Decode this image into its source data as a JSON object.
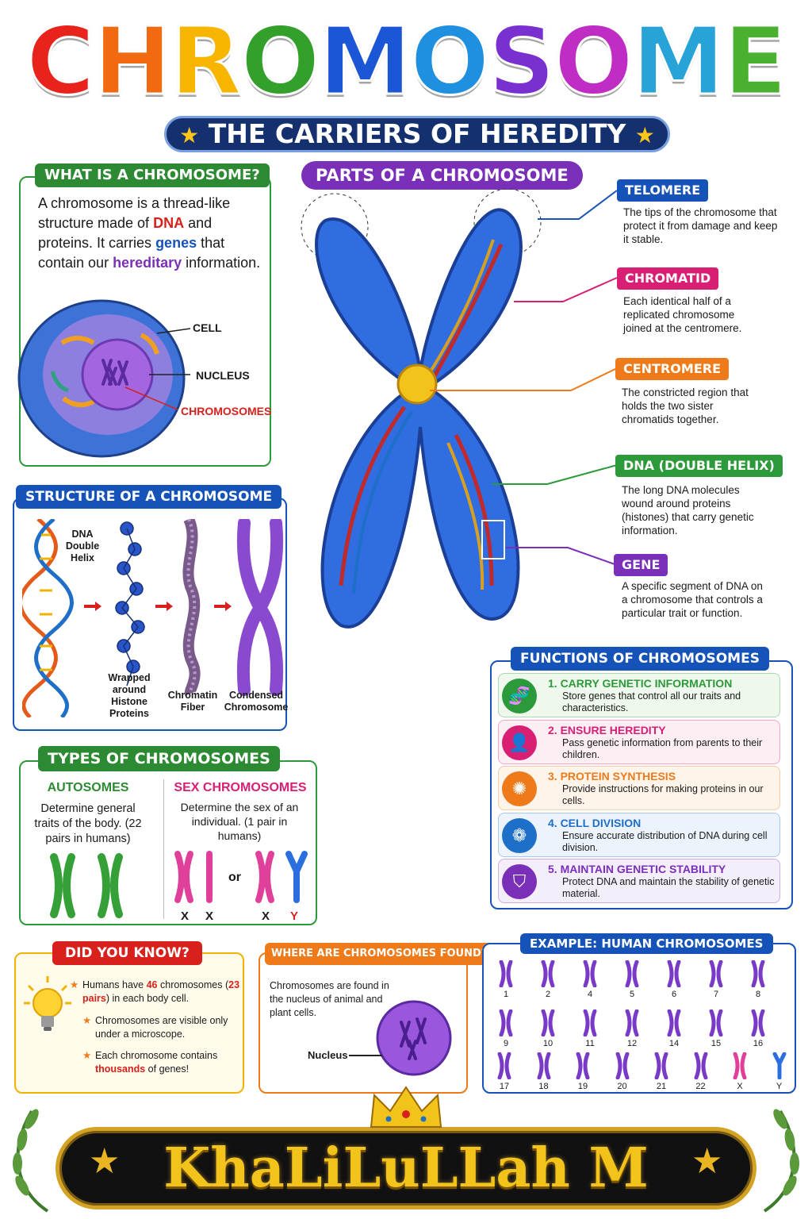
{
  "title": {
    "letters": [
      "C",
      "H",
      "R",
      "O",
      "M",
      "O",
      "S",
      "O",
      "M",
      "E"
    ],
    "colors": [
      "#e8231c",
      "#f26a10",
      "#f7b500",
      "#33a02c",
      "#1a56d6",
      "#1f8fe0",
      "#7a2fd0",
      "#c02dc4",
      "#27a3d8",
      "#49b030"
    ]
  },
  "subtitle": "THE CARRIERS OF HEREDITY",
  "what_is": {
    "header": "WHAT IS A CHROMOSOME?",
    "p1": "A chromosome is a thread-like structure made of ",
    "dna": "DNA",
    "p2": " and proteins. It carries ",
    "genes": "genes",
    "p3": " that contain our ",
    "hereditary": "hereditary",
    "p4": " information.",
    "labels": {
      "cell": "CELL",
      "nucleus": "NUCLEUS",
      "chromosomes": "CHROMOSOMES"
    }
  },
  "structure": {
    "header": "STRUCTURE OF A CHROMOSOME",
    "dna_label": "DNA Double Helix",
    "steps": [
      "Wrapped around Histone Proteins",
      "Chromatin Fiber",
      "Condensed Chromosome"
    ]
  },
  "parts": {
    "header": "PARTS OF A CHROMOSOME",
    "items": [
      {
        "name": "TELOMERE",
        "color": "#1553b8",
        "desc": "The tips of the chromosome that protect it from damage and keep it stable."
      },
      {
        "name": "CHROMATID",
        "color": "#d81f74",
        "desc": "Each identical half of a replicated chromosome joined at the centromere."
      },
      {
        "name": "CENTROMERE",
        "color": "#ef7a1a",
        "desc": "The constricted region that holds the two sister chromatids together."
      },
      {
        "name": "DNA (DOUBLE HELIX)",
        "color": "#2c9a3a",
        "desc": "The long DNA molecules wound around proteins (histones) that carry genetic information."
      },
      {
        "name": "GENE",
        "color": "#7a2fb8",
        "desc": "A specific segment of DNA on a chromosome that controls a particular trait or function."
      }
    ]
  },
  "types": {
    "header": "TYPES OF CHROMOSOMES",
    "autosomes": {
      "title": "AUTOSOMES",
      "desc": "Determine general traits of the body. (22 pairs in humans)"
    },
    "sex": {
      "title": "SEX CHROMOSOMES",
      "desc": "Determine the sex of an individual. (1 pair in humans)"
    },
    "or": "or",
    "x1": "X",
    "x2": "X",
    "x3": "X",
    "y": "Y"
  },
  "functions": {
    "header": "FUNCTIONS OF CHROMOSOMES",
    "items": [
      {
        "title": "1. CARRY GENETIC INFORMATION",
        "desc": "Store genes that control all our traits and characteristics.",
        "color": "#2c9a3a",
        "bg": "#eef8ec",
        "icon": "dna-icon"
      },
      {
        "title": "2. ENSURE HEREDITY",
        "desc": "Pass genetic information from parents to their children.",
        "color": "#d81f74",
        "bg": "#fdeef4",
        "icon": "person-icon"
      },
      {
        "title": "3. PROTEIN SYNTHESIS",
        "desc": "Provide instructions for making proteins in our cells.",
        "color": "#ef7a1a",
        "bg": "#fef4ea",
        "icon": "protein-icon"
      },
      {
        "title": "4. CELL DIVISION",
        "desc": "Ensure accurate distribution of DNA during cell division.",
        "color": "#1d6fc8",
        "bg": "#ecf3fc",
        "icon": "cell-division-icon"
      },
      {
        "title": "5. MAINTAIN GENETIC STABILITY",
        "desc": "Protect DNA and maintain the stability of genetic material.",
        "color": "#7a2fb8",
        "bg": "#f4eefb",
        "icon": "shield-icon"
      }
    ]
  },
  "did_you_know": {
    "header": "DID YOU KNOW?",
    "f1a": "Humans have ",
    "f1b": "46",
    "f1c": " chromosomes (",
    "f1d": "23 pairs",
    "f1e": ") in each body cell.",
    "f2": "Chromosomes are visible only under a microscope.",
    "f3a": "Each chromosome contains ",
    "f3b": "thousands",
    "f3c": " of genes!"
  },
  "where": {
    "header": "WHERE ARE CHROMOSOMES FOUND?",
    "desc": "Chromosomes are found in the nucleus of animal and plant cells.",
    "nucleus": "Nucleus"
  },
  "example": {
    "header": "EXAMPLE: HUMAN CHROMOSOMES",
    "row1": [
      "1",
      "2",
      "4",
      "5",
      "6",
      "7",
      "8"
    ],
    "row2": [
      "9",
      "10",
      "11",
      "12",
      "14",
      "15",
      "16"
    ],
    "row3": [
      "17",
      "18",
      "19",
      "20",
      "21",
      "22",
      "X",
      "Y"
    ]
  },
  "banner": "KhaLiLuLLah M"
}
